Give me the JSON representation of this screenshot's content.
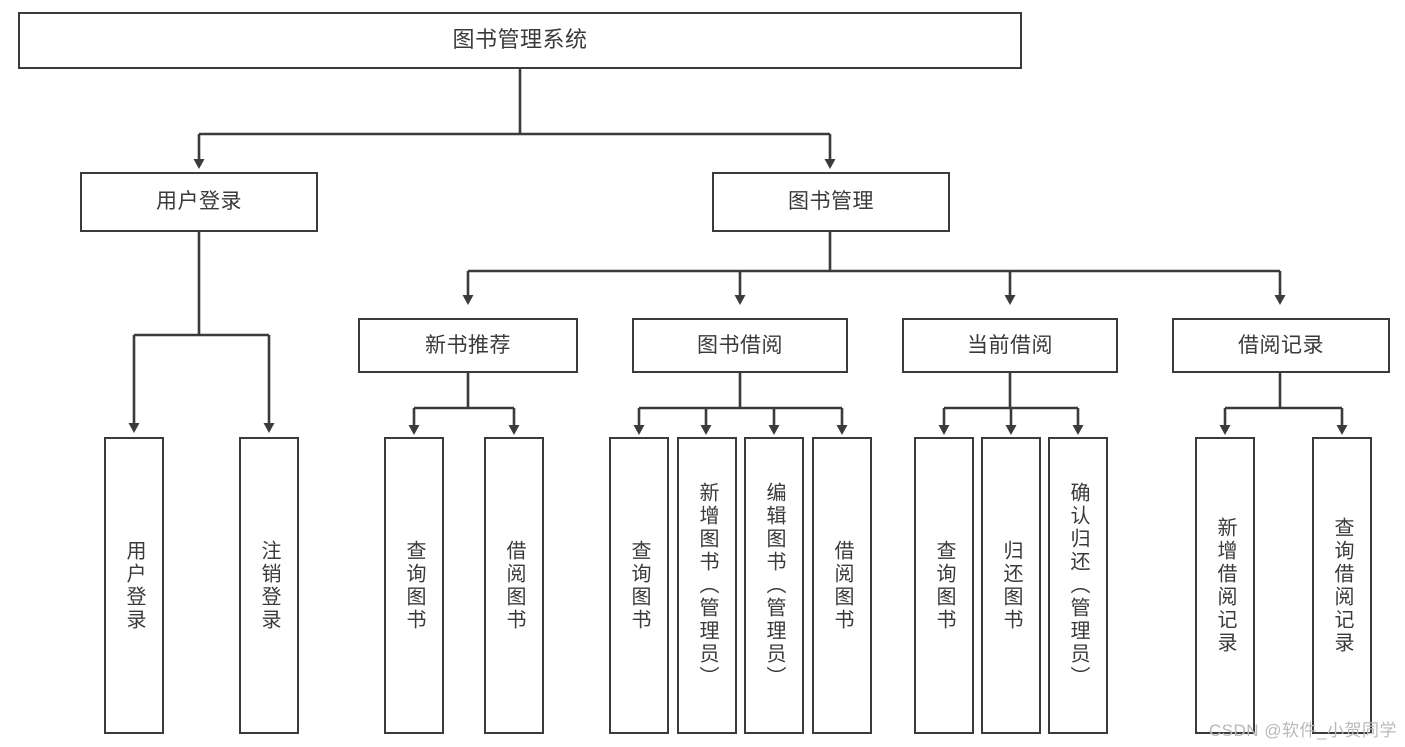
{
  "diagram": {
    "title": "图书管理系统",
    "type": "tree",
    "stroke_color": "#3b3b3b",
    "text_color": "#3a3a3a",
    "background_color": "#ffffff"
  },
  "nodes": {
    "root": {
      "label": "图书管理系统"
    },
    "level2": [
      {
        "label": "用户登录"
      },
      {
        "label": "图书管理"
      }
    ],
    "level3": [
      {
        "label": "新书推荐"
      },
      {
        "label": "图书借阅"
      },
      {
        "label": "当前借阅"
      },
      {
        "label": "借阅记录"
      }
    ],
    "leaves_user_login": [
      {
        "label": "用户登录"
      },
      {
        "label": "注销登录"
      }
    ],
    "leaves_new_book": [
      {
        "label": "查询图书"
      },
      {
        "label": "借阅图书"
      }
    ],
    "leaves_borrow": [
      {
        "label": "查询图书"
      },
      {
        "label": "新增图书（管理员）"
      },
      {
        "label": "编辑图书（管理员）"
      },
      {
        "label": "借阅图书"
      }
    ],
    "leaves_current": [
      {
        "label": "查询图书"
      },
      {
        "label": "归还图书"
      },
      {
        "label": "确认归还（管理员）"
      }
    ],
    "leaves_record": [
      {
        "label": "新增借阅记录"
      },
      {
        "label": "查询借阅记录"
      }
    ]
  },
  "watermark": {
    "text": "CSDN @软件_小贺同学"
  }
}
